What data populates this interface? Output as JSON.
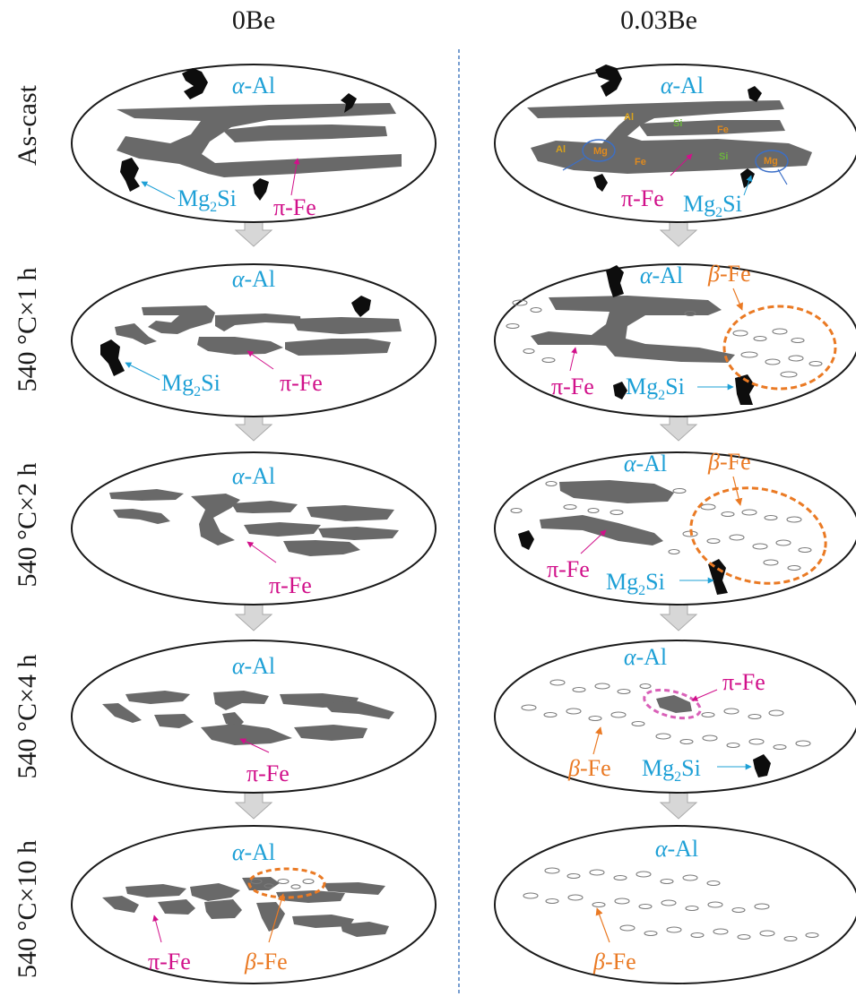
{
  "columns": [
    "0Be",
    "0.03Be"
  ],
  "rows": [
    "As-cast",
    "540 °C×1 h",
    "540 °C×2 h",
    "540 °C×4 h",
    "540 °C×10 h"
  ],
  "labels": {
    "alpha_al": "α-Al",
    "pi_fe": "π-Fe",
    "beta_fe": "β-Fe",
    "mg2si_base": "Mg",
    "mg2si_sub": "2",
    "mg2si_tail": "Si",
    "el_al": "Al",
    "el_si": "Si",
    "el_fe": "Fe",
    "el_mg": "Mg"
  },
  "colors": {
    "alpha_al": "#1ea0d6",
    "pi_fe": "#d1108a",
    "beta_fe": "#ea7a24",
    "mg2si": "#1ea0d6",
    "al_el": "#d9a21b",
    "si_el": "#6cb33e",
    "fe_el": "#e08a1e",
    "divider": "#4a7fc1"
  }
}
